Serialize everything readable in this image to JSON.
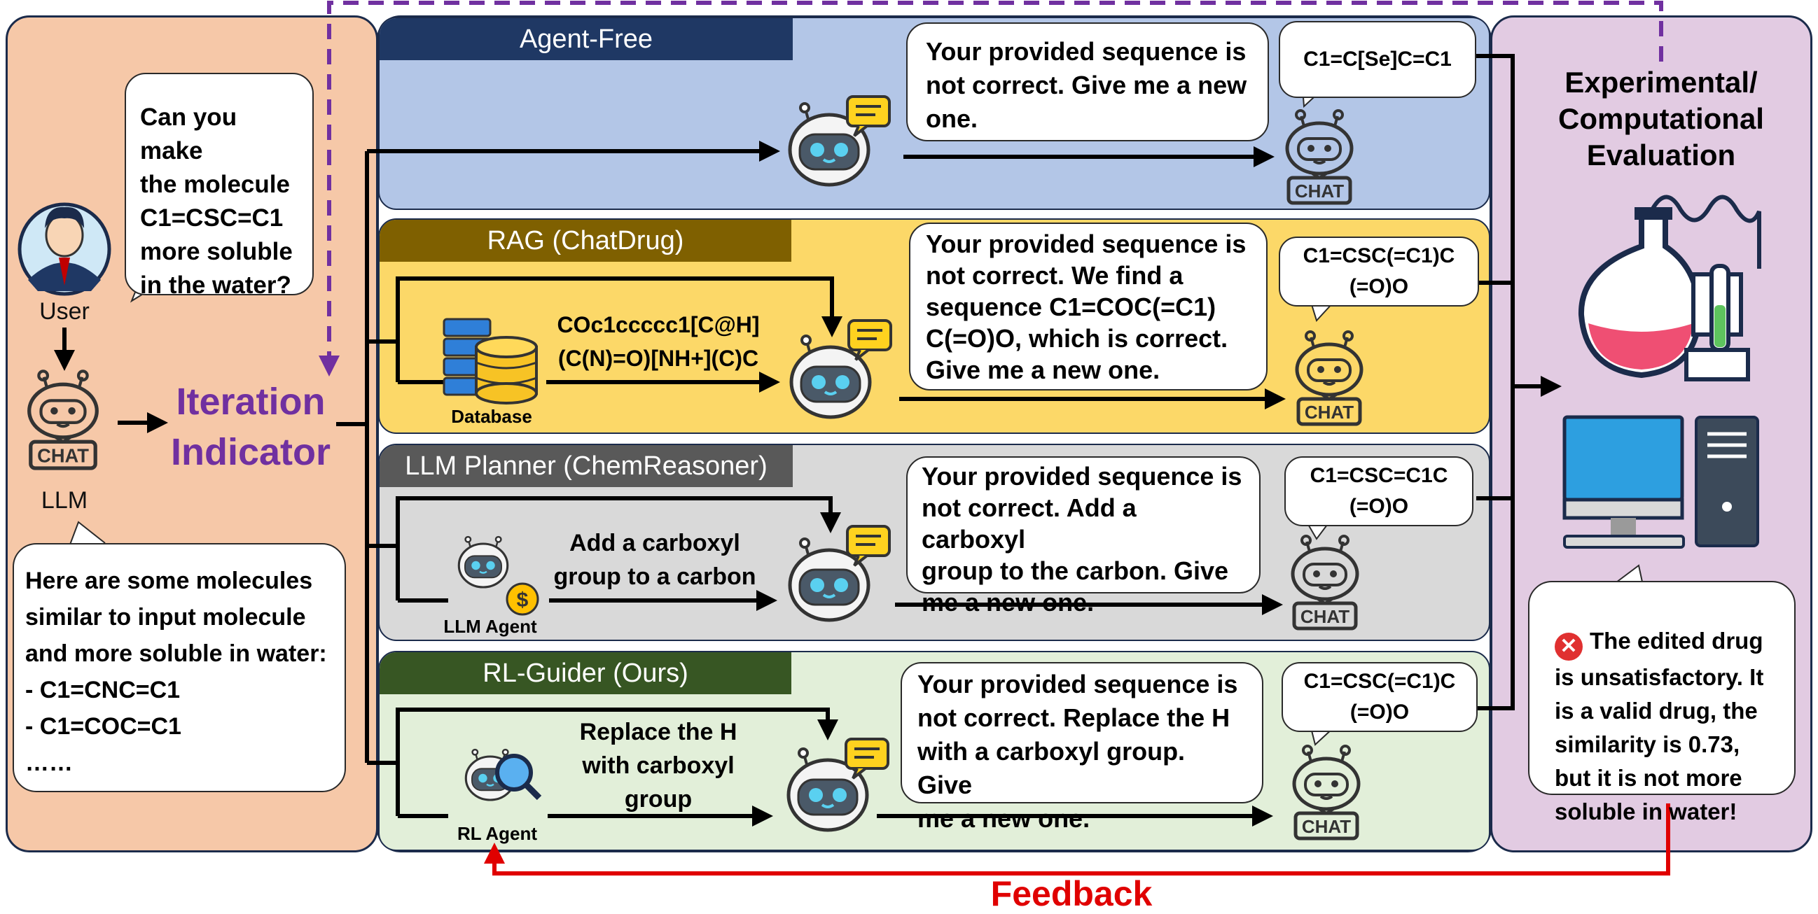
{
  "user": {
    "label": "User",
    "question": "Can you make\nthe molecule\nC1=CSC=C1\nmore soluble\nin the water?"
  },
  "llm": {
    "label": "LLM",
    "badge": "CHAT",
    "reply": "Here are some molecules\nsimilar to input molecule\nand more soluble in water:\n- C1=CNC=C1\n- C1=COC=C1\n……"
  },
  "iteration_indicator": "Iteration\nIndicator",
  "sections": [
    {
      "title": "Agent-Free",
      "message": "Your provided sequence is\nnot correct. Give me a new\none.",
      "smiles": "C1=C[Se]C=C1"
    },
    {
      "title": "RAG (ChatDrug)",
      "message": "Your provided sequence is\nnot correct. We find a\nsequence C1=COC(=C1)\nC(=O)O, which is correct.\nGive me a new one.",
      "smiles": "C1=CSC(=C1)C\n(=O)O",
      "tool_label": "Database",
      "tool_output": "COc1ccccc1[C@H]\n(C(N)=O)[NH+](C)C"
    },
    {
      "title": "LLM Planner (ChemReasoner)",
      "message": "Your provided sequence is\nnot correct. Add a carboxyl\ngroup to the carbon. Give\nme a new one.",
      "smiles": "C1=CSC=C1C\n(=O)O",
      "tool_label": "LLM Agent",
      "tool_output": "Add a carboxyl\ngroup to a carbon"
    },
    {
      "title": "RL-Guider (Ours)",
      "message": "Your provided sequence is\nnot correct. Replace the H\nwith a carboxyl group. Give\nme a new one.",
      "smiles": "C1=CSC(=C1)C\n(=O)O",
      "tool_label": "RL Agent",
      "tool_output": "Replace the H\nwith carboxyl\ngroup"
    }
  ],
  "evaluation": {
    "title": "Experimental/\nComputational\nEvaluation",
    "result": "The edited drug\nis unsatisfactory. It\nis a valid drug, the\nsimilarity is 0.73,\nbut it is not more\nsoluble in water!"
  },
  "feedback_label": "Feedback",
  "colors": {
    "left_panel": "#f6c8a8",
    "right_panel": "#e2cbe2",
    "agent_free_bg": "#b3c6e7",
    "agent_free_tab": "#1f3864",
    "rag_bg": "#fcd868",
    "rag_tab": "#7f6000",
    "planner_bg": "#d9d9d9",
    "planner_tab": "#595959",
    "rl_bg": "#e2efd9",
    "rl_tab": "#375623",
    "iteration": "#7030a0",
    "feedback": "#e00000"
  },
  "icons": [
    "user-avatar-icon",
    "robot-icon",
    "chat-robot-icon",
    "database-icon",
    "flask-icon",
    "computer-icon",
    "error-x-icon"
  ]
}
